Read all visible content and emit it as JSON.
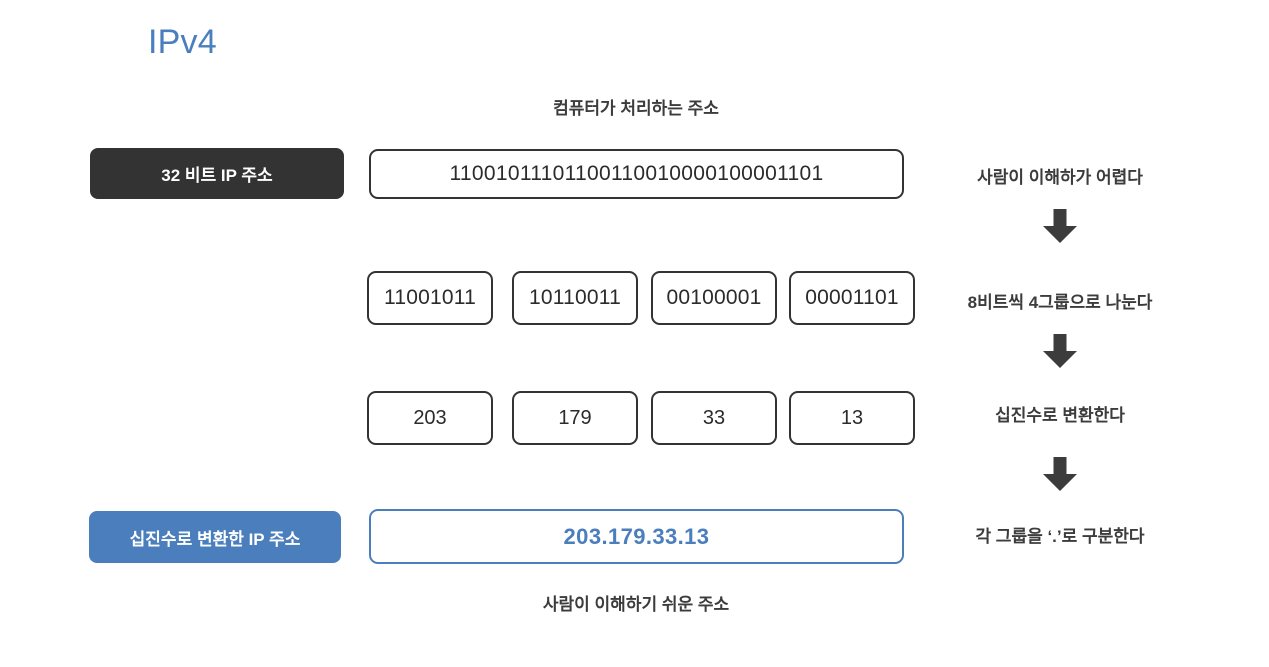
{
  "title": "IPv4",
  "captions": {
    "top": "컴퓨터가 처리하는 주소",
    "bottom": "사람이 이해하기 쉬운 주소"
  },
  "labels": {
    "bit_address": "32 비트 IP 주소",
    "decimal_address": "십진수로 변환한 IP 주소"
  },
  "values": {
    "binary_full": "11001011101100110010000100001101",
    "binary_groups": [
      "11001011",
      "10110011",
      "00100001",
      "00001101"
    ],
    "decimal_groups": [
      "203",
      "179",
      "33",
      "13"
    ],
    "ip_address": "203.179.33.13"
  },
  "notes": [
    "사람이 이해하가 어렵다",
    "8비트씩 4그룹으로 나눈다",
    "십진수로 변환한다",
    "각 그룹을 ‘.’로 구분한다"
  ],
  "icons": {
    "arrow": "arrow-down-icon"
  },
  "colors": {
    "accent_blue": "#4a7ebc",
    "dark": "#333333",
    "text": "#3c3c3c",
    "background": "#ffffff"
  }
}
